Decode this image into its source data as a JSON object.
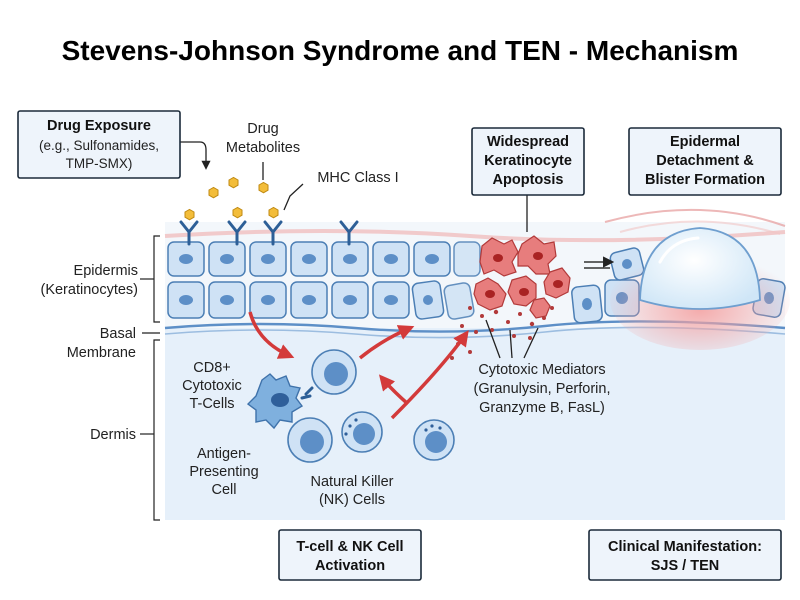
{
  "title": "Stevens-Johnson Syndrome and TEN - Mechanism",
  "boxes": {
    "drug_exposure": {
      "title": "Drug Exposure",
      "lines": [
        "(e.g., Sulfonamides,",
        "TMP-SMX)"
      ]
    },
    "apoptosis": {
      "lines": [
        "Widespread",
        "Keratinocyte",
        "Apoptosis"
      ]
    },
    "detachment": {
      "lines": [
        "Epidermal",
        "Detachment &",
        "Blister Formation"
      ]
    },
    "activation": {
      "lines": [
        "T-cell & NK Cell",
        "Activation"
      ]
    },
    "clinical": {
      "lines": [
        "Clinical Manifestation:",
        "SJS / TEN"
      ]
    }
  },
  "labels": {
    "drug_metabolites": [
      "Drug",
      "Metabolites"
    ],
    "mhc": "MHC Class I",
    "epidermis": [
      "Epidermis",
      "(Keratinocytes)"
    ],
    "basal": [
      "Basal",
      "Membrane"
    ],
    "dermis": "Dermis",
    "cd8": [
      "CD8+",
      "Cytotoxic",
      "T-Cells"
    ],
    "apc": [
      "Antigen-",
      "Presenting",
      "Cell"
    ],
    "nk": [
      "Natural Killer",
      "(NK) Cells"
    ],
    "mediators": [
      "Cytotoxic Mediators",
      "(Granulysin, Perforin,",
      "Granzyme B, FasL)"
    ]
  },
  "colors": {
    "dermis_bg": "#e6f0fa",
    "epidermis_bg": "#f3f7fb",
    "cell_fill": "#cfe2f5",
    "cell_stroke": "#4c7fb5",
    "apoptosis_red": "#e77d7d",
    "arrow_red": "#d33a3a",
    "metabolite_gold": "#f3bd3a",
    "box_fill": "#eef4fb"
  }
}
